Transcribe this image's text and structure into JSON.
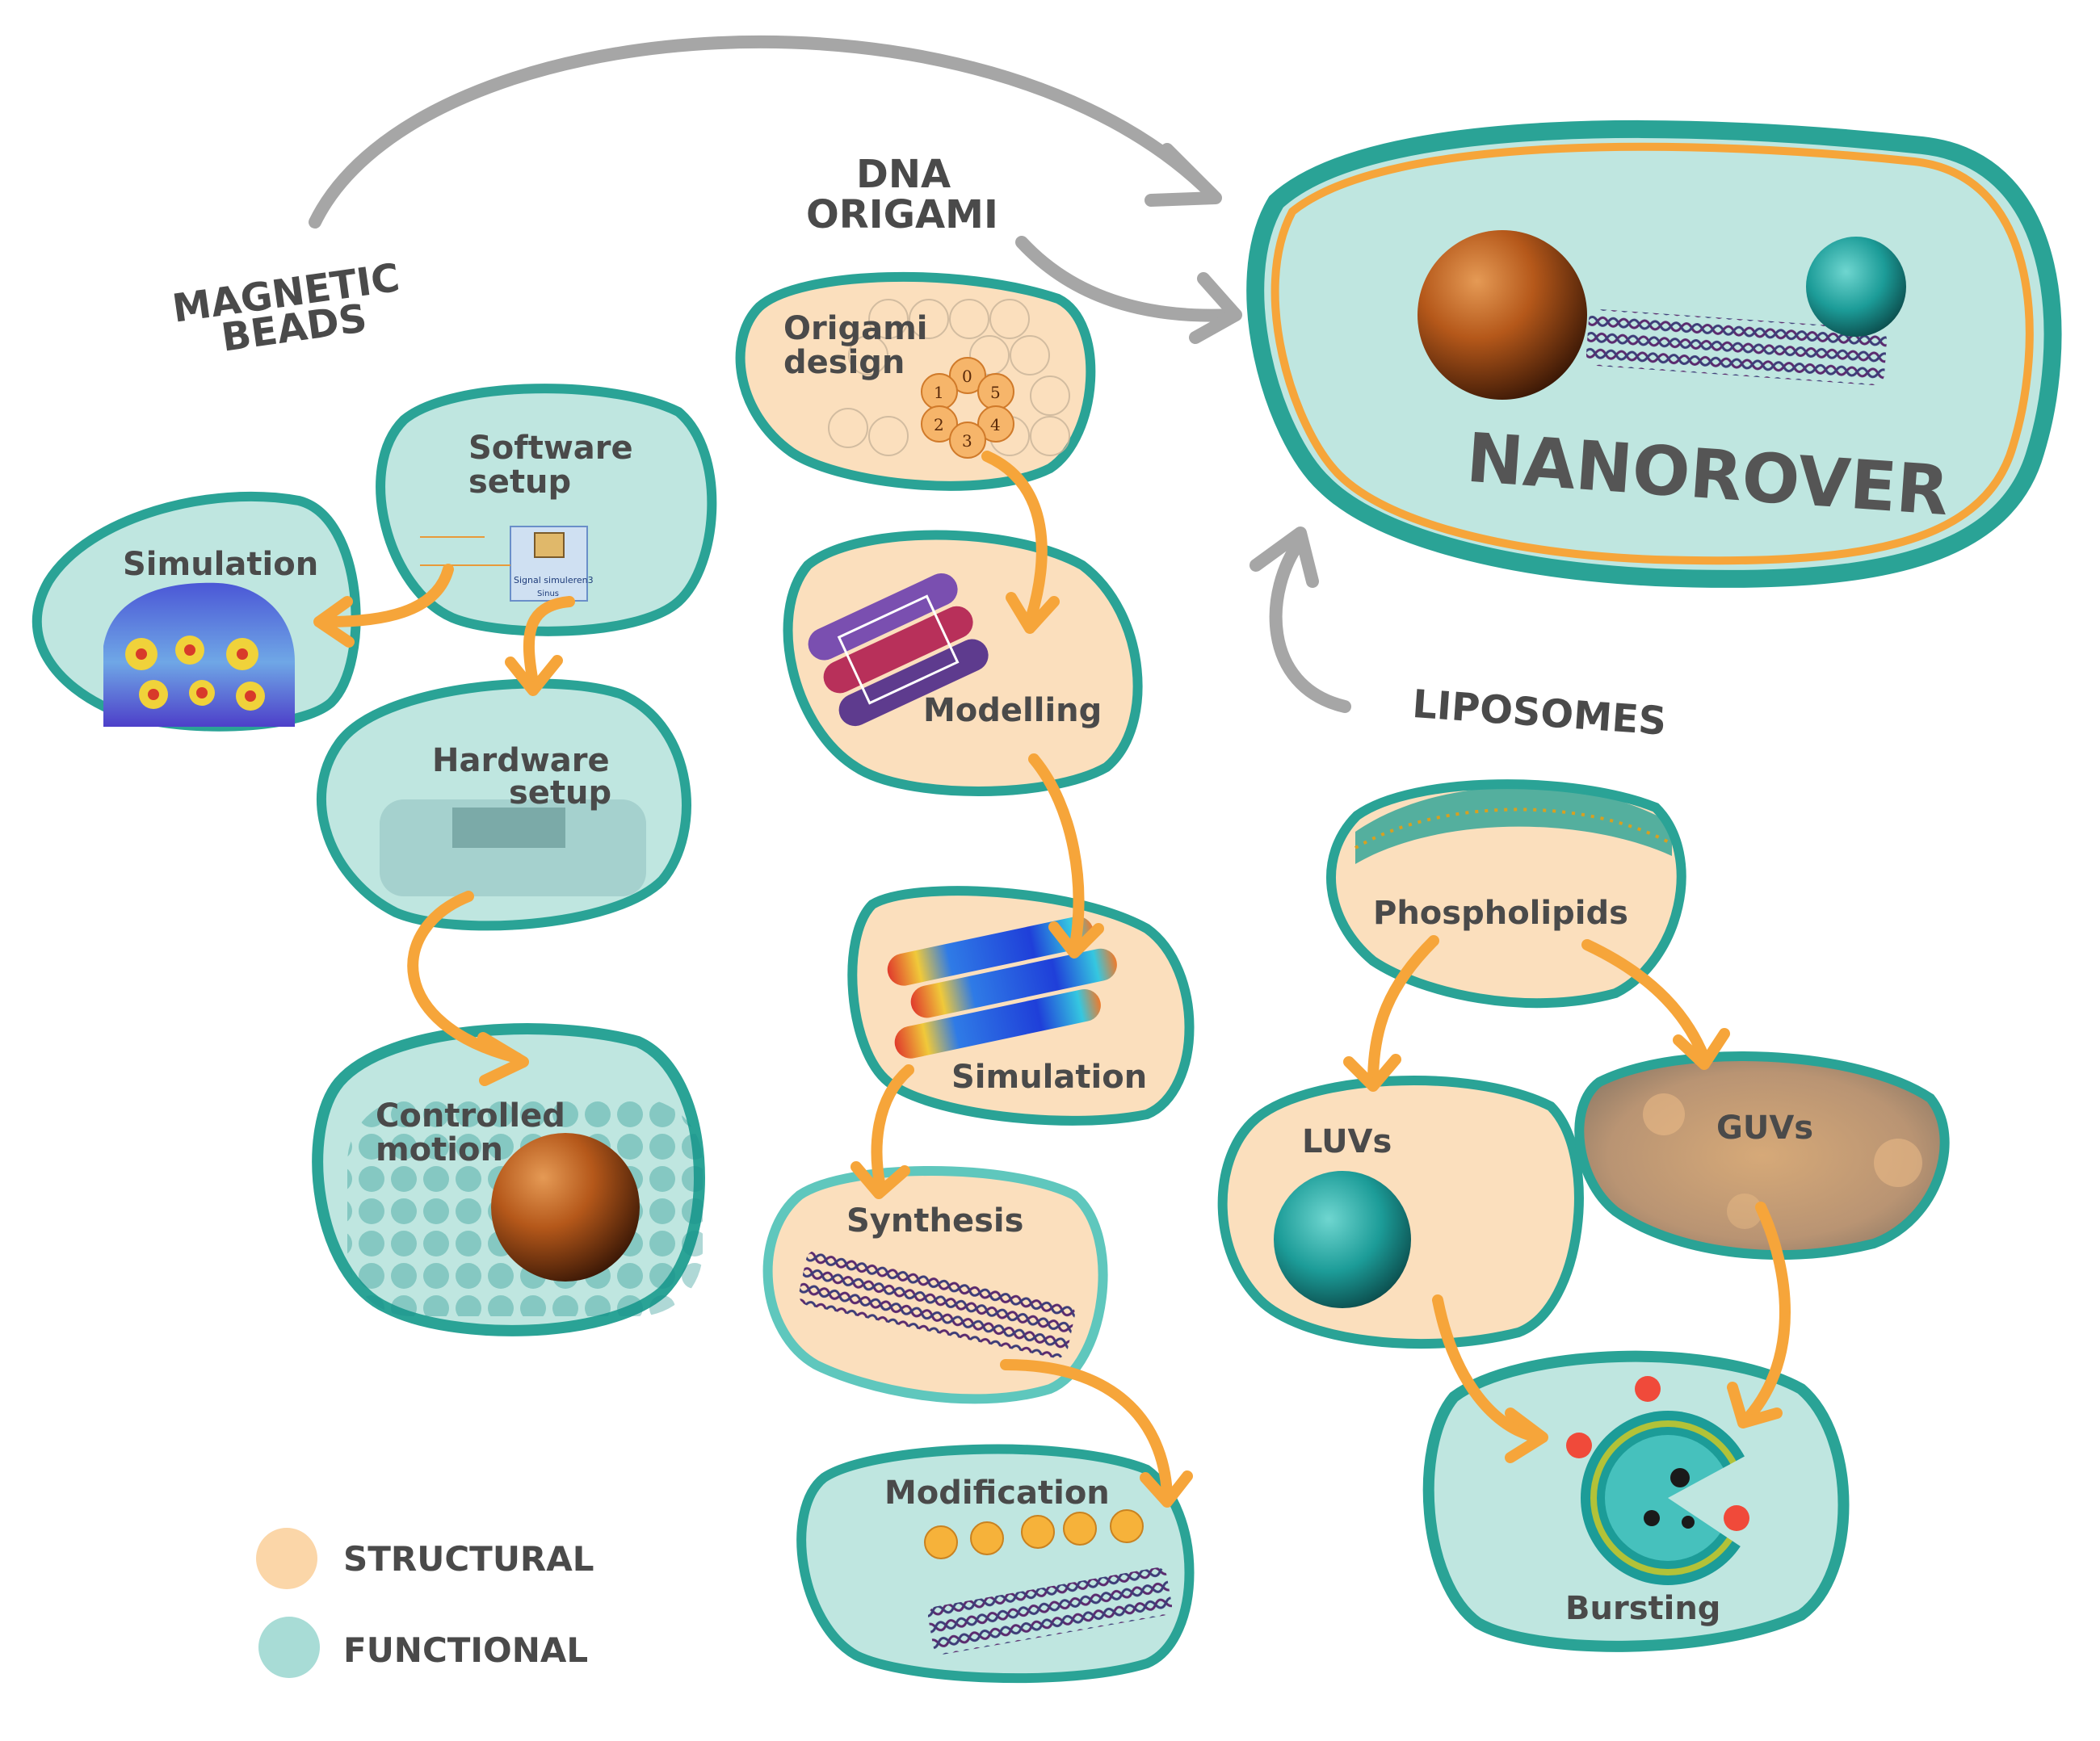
{
  "colors": {
    "functional_fill": "#bfe6e0",
    "structural_fill": "#fbdfbd",
    "border": "#2aa396",
    "arrow_orange": "#f6a53a",
    "arrow_gray": "#a6a6a6",
    "label": "#4a4a4a",
    "bead": "#b5581a"
  },
  "groups": {
    "magnetic_beads": {
      "line1": "MAGNETIC",
      "line2": "BEADS"
    },
    "dna_origami": {
      "line1": "DNA",
      "line2": "ORIGAMI"
    },
    "liposomes": {
      "label": "LIPOSOMES"
    }
  },
  "nanorover": {
    "label": "NANOROVER"
  },
  "magnetic": {
    "software": {
      "line1": "Software",
      "line2": "setup",
      "screen_label": "Signal simuleren3",
      "screen_sub": "Sinus"
    },
    "simulation": {
      "label": "Simulation"
    },
    "hardware": {
      "line1": "Hardware",
      "line2": "setup"
    },
    "motion": {
      "line1": "Controlled",
      "line2": "motion"
    }
  },
  "origami": {
    "design": {
      "line1": "Origami",
      "line2": "design",
      "helix_numbers": [
        "0",
        "1",
        "5",
        "2",
        "4",
        "3"
      ]
    },
    "modelling": {
      "label": "Modelling"
    },
    "simulation": {
      "label": "Simulation"
    },
    "synthesis": {
      "label": "Synthesis"
    },
    "modification": {
      "label": "Modification"
    }
  },
  "lipo": {
    "phospholipids": {
      "label": "Phospholipids"
    },
    "luvs": {
      "label": "LUVs"
    },
    "guvs": {
      "label": "GUVs"
    },
    "bursting": {
      "label": "Bursting"
    }
  },
  "legend": {
    "structural": "STRUCTURAL",
    "functional": "FUNCTIONAL"
  }
}
